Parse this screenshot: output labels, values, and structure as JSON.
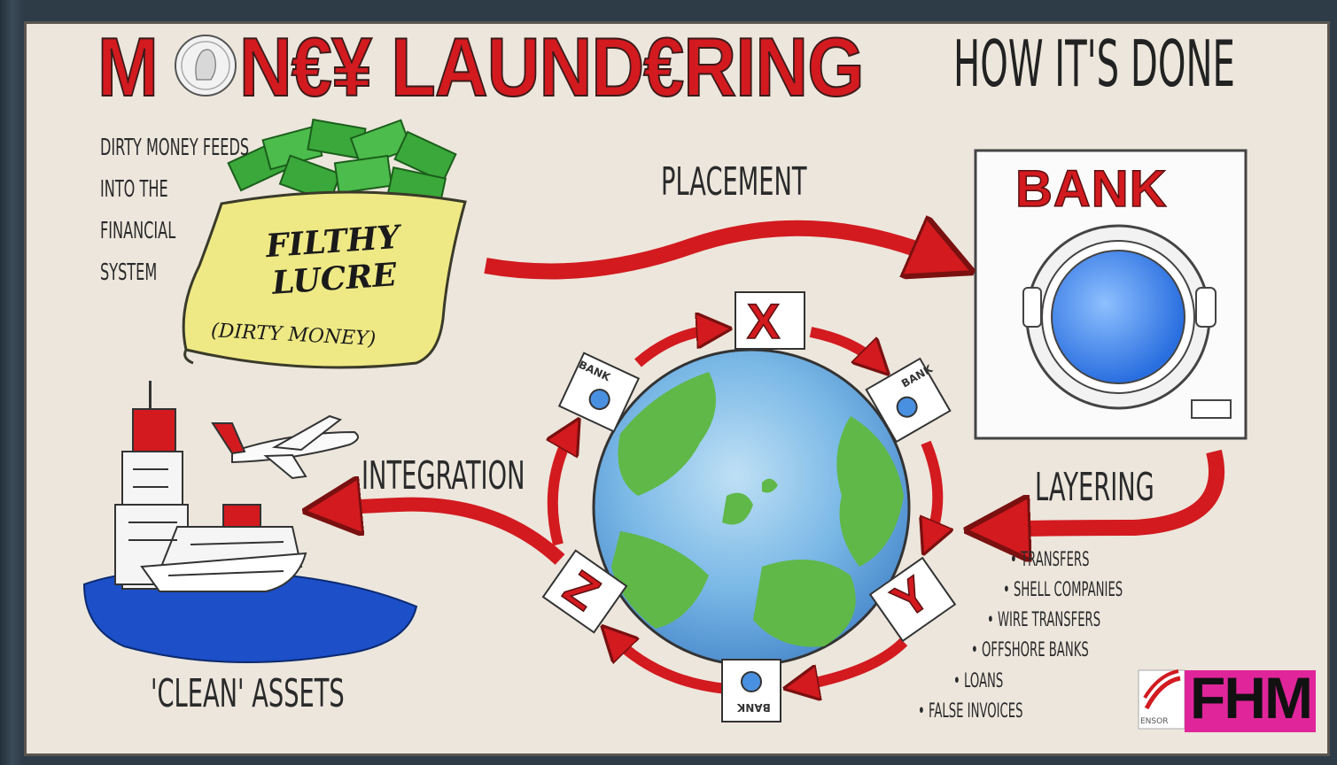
{
  "title": {
    "main_prefix": "M",
    "main_suffix": "N€¥ LAUND€RING",
    "sub": "HOW IT'S DONE"
  },
  "intro_lines": [
    "DIRTY MONEY FEEDS",
    "INTO THE",
    "FINANCIAL",
    "SYSTEM"
  ],
  "bag": {
    "line1": "FILTHY",
    "line2": "LUCRE",
    "line3": "(DIRTY MONEY)"
  },
  "stages": {
    "placement": "PLACEMENT",
    "layering": "LAYERING",
    "integration": "INTEGRATION",
    "clean_assets": "'CLEAN' ASSETS"
  },
  "bank_label": "BANK",
  "small_bank_label": "BANK",
  "cycle_letters": {
    "x": "X",
    "y": "Y",
    "z": "Z"
  },
  "layering_methods": [
    "TRANSFERS",
    "SHELL COMPANIES",
    "WIRE TRANSFERS",
    "OFFSHORE BANKS",
    "LOANS",
    "FALSE INVOICES"
  ],
  "logo": {
    "text": "FHM",
    "small": "ENSOR"
  },
  "colors": {
    "red": "#d21a1f",
    "bag_yellow": "#efe985",
    "money_green": "#3aa83a",
    "globe_blue": "#6aaee0",
    "globe_green": "#5fb848",
    "water_blue": "#1c4fc8",
    "logo_pink": "#e0259a"
  }
}
